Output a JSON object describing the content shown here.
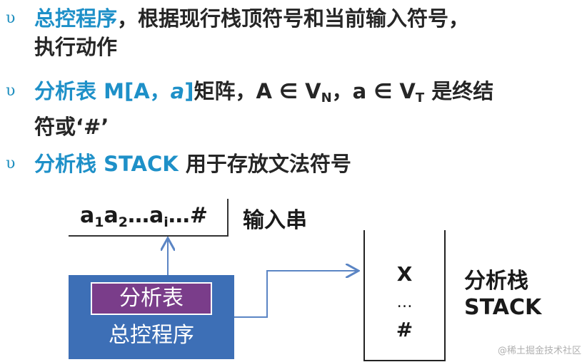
{
  "bullets": [
    {
      "kw": "总控程序",
      "rest": "，根据现行栈顶符号和当前输入符号，",
      "line2": "执行动作"
    },
    {
      "kw_a": "分析表 M[A，",
      "kw_b": "a",
      "kw_c": "]",
      "rest_a": "矩阵，A ∈ V",
      "sub_n": "N",
      "rest_b": "，a ∈ V",
      "sub_t": "T",
      "rest_c": " 是终结",
      "line2": "符或‘#’"
    },
    {
      "kw": "分析栈 STACK",
      "rest": " 用于存放文法符号"
    }
  ],
  "bullet_mark": "υ",
  "diagram": {
    "input_a": "a",
    "input_sub1": "1",
    "input_b": "a",
    "input_sub2": "2",
    "input_c": "…a",
    "input_subi": "i",
    "input_d": "…#",
    "input_label": "输入串",
    "table_label": "分析表",
    "control_label": "总控程序",
    "stack_top": "X",
    "stack_dots": "…",
    "stack_bottom": "#",
    "stack_label_1": "分析栈",
    "stack_label_2": "STACK"
  },
  "watermark": "@稀土掘金技术社区",
  "colors": {
    "keyword": "#1e90c8",
    "control_box": "#3d6fb6",
    "table_box": "#7a3d8a",
    "arrow": "#5b85c4"
  }
}
